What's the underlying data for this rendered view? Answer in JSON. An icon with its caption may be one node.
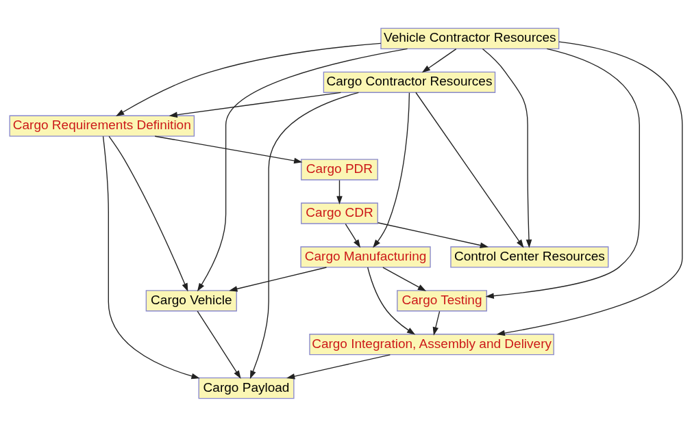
{
  "diagram": {
    "nodes": [
      {
        "text": [
          "Vehicle Contractor Resources"
        ]
      },
      {
        "text": [
          "Cargo Contractor Resources"
        ]
      },
      {
        "text": [
          "Cargo Requirements Definition"
        ]
      },
      {
        "text": [
          "Cargo PDR"
        ]
      },
      {
        "text": [
          "Cargo CDR"
        ]
      },
      {
        "text": [
          "Cargo Manufacturing"
        ]
      },
      {
        "text": [
          "Control Center Resources"
        ]
      },
      {
        "text": [
          "Cargo Vehicle"
        ]
      },
      {
        "text": [
          "Cargo Testing"
        ]
      },
      {
        "text": [
          "Cargo Integration, Assembly and Delivery"
        ]
      },
      {
        "text": [
          "Cargo Payload"
        ]
      }
    ],
    "edges": [
      {
        "from": 0,
        "to": 1,
        "arrow": "to"
      },
      {
        "from": 0,
        "to": 2,
        "arrow": "to"
      },
      {
        "from": 0,
        "to": 7,
        "arrow": "to"
      },
      {
        "from": 0,
        "to": 6,
        "arrow": "to"
      },
      {
        "from": 0,
        "to": 8,
        "arrow": "to"
      },
      {
        "from": 0,
        "to": 9,
        "arrow": "to"
      },
      {
        "from": 1,
        "to": 2,
        "arrow": "to"
      },
      {
        "from": 1,
        "to": 10,
        "arrow": "to"
      },
      {
        "from": 1,
        "to": 5,
        "arrow": "to"
      },
      {
        "from": 1,
        "to": 6,
        "arrow": "to"
      },
      {
        "from": 2,
        "to": 3,
        "arrow": "to"
      },
      {
        "from": 2,
        "to": 7,
        "arrow": "to"
      },
      {
        "from": 2,
        "to": 10,
        "arrow": "to"
      },
      {
        "from": 3,
        "to": 4,
        "arrow": "to"
      },
      {
        "from": 4,
        "to": 5,
        "arrow": "to"
      },
      {
        "from": 4,
        "to": 6,
        "arrow": "to"
      },
      {
        "from": 5,
        "to": 7,
        "arrow": "to"
      },
      {
        "from": 5,
        "to": 8,
        "arrow": "to"
      },
      {
        "from": 5,
        "to": 9,
        "arrow": "to"
      },
      {
        "from": 8,
        "to": 9,
        "arrow": "to"
      },
      {
        "from": 7,
        "to": 10,
        "arrow": "to"
      },
      {
        "from": 9,
        "to": 10,
        "arrow": "to"
      }
    ]
  }
}
